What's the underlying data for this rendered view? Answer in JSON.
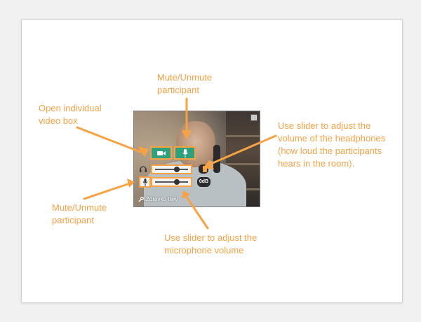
{
  "colors": {
    "accent": "#f6a245",
    "button_green": "#2ea07e",
    "badge_dark": "#2b2b2b"
  },
  "annotations": {
    "mute_top": [
      "Mute/Unmute",
      "participant"
    ],
    "open_video": [
      "Open individual",
      "video box"
    ],
    "headphones": [
      "Use slider to adjust the",
      "volume of the headphones",
      "(how loud the participants",
      "hears in the room)."
    ],
    "mute_left": [
      "Mute/Unmute",
      "participant"
    ],
    "microphone": [
      "Use slider to adjust the",
      "microphone volume"
    ]
  },
  "video_tile": {
    "participant_name": "Zdravko Iliev",
    "db_badge": "0dB",
    "headphone_volume": 0.7,
    "microphone_volume": 0.7,
    "icons": {
      "video_button": "video-camera-icon",
      "mute_button": "microphone-icon",
      "headphone": "headphone-icon",
      "mic_side": "microphone-icon",
      "name": "wrench-icon",
      "corner": "window-icon"
    }
  }
}
